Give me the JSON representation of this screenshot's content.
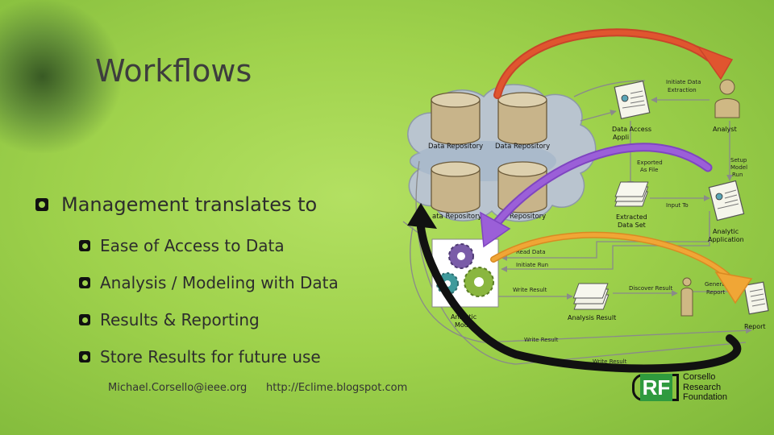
{
  "slide": {
    "title": "Workflows",
    "bullets": [
      {
        "text": "Management translates to",
        "level": 1
      },
      {
        "text": "Ease of Access to Data",
        "level": 2
      },
      {
        "text": "Analysis / Modeling with Data",
        "level": 2
      },
      {
        "text": "Results & Reporting",
        "level": 2
      },
      {
        "text": "Store Results for future use",
        "level": 2
      }
    ],
    "footer": {
      "email": "Michael.Corsello@ieee.org",
      "url": "http://Eclime.blogspot.com"
    }
  },
  "diagram": {
    "nodes": {
      "repo_1": "Data Repository",
      "repo_2": "Data Repository",
      "repo_3": "ata Repository",
      "repo_4": "Repository",
      "data_access_app": "Data Access",
      "data_access_app_2": "Appli",
      "analyst": "Analyst",
      "extracted_data_set": [
        "Extracted",
        "Data Set"
      ],
      "analytic_app": [
        "Analytic",
        "Application"
      ],
      "analytic_model": [
        "Analytic",
        "Model"
      ],
      "analysis_result": "Analysis Result",
      "report": "Report"
    },
    "edges": {
      "initiate_extraction": [
        "Initiate Data",
        "Extraction"
      ],
      "exported_as_file": [
        "Exported",
        "As File"
      ],
      "setup_model_run": [
        "Setup",
        "Model",
        "Run"
      ],
      "input_to": "Input To",
      "read_data": "Read Data",
      "initiate_run": "Initiate Run",
      "write_result_1": "Write Result",
      "discover_result": "Discover Result",
      "generate_report": [
        "Generat",
        "Report"
      ],
      "write_result_2": "Write Result",
      "write_result_3": "Write Result"
    },
    "colors": {
      "arrow_red": "#e0552f",
      "arrow_purple": "#9b5fd8",
      "arrow_orange": "#f0a636",
      "arrow_black": "#111111",
      "cylinder": "#c8b48a",
      "cloud": "#b9c4cf"
    }
  },
  "logo": {
    "mark": "RF",
    "lines": [
      "Corsello",
      "Research",
      "Foundation"
    ]
  }
}
